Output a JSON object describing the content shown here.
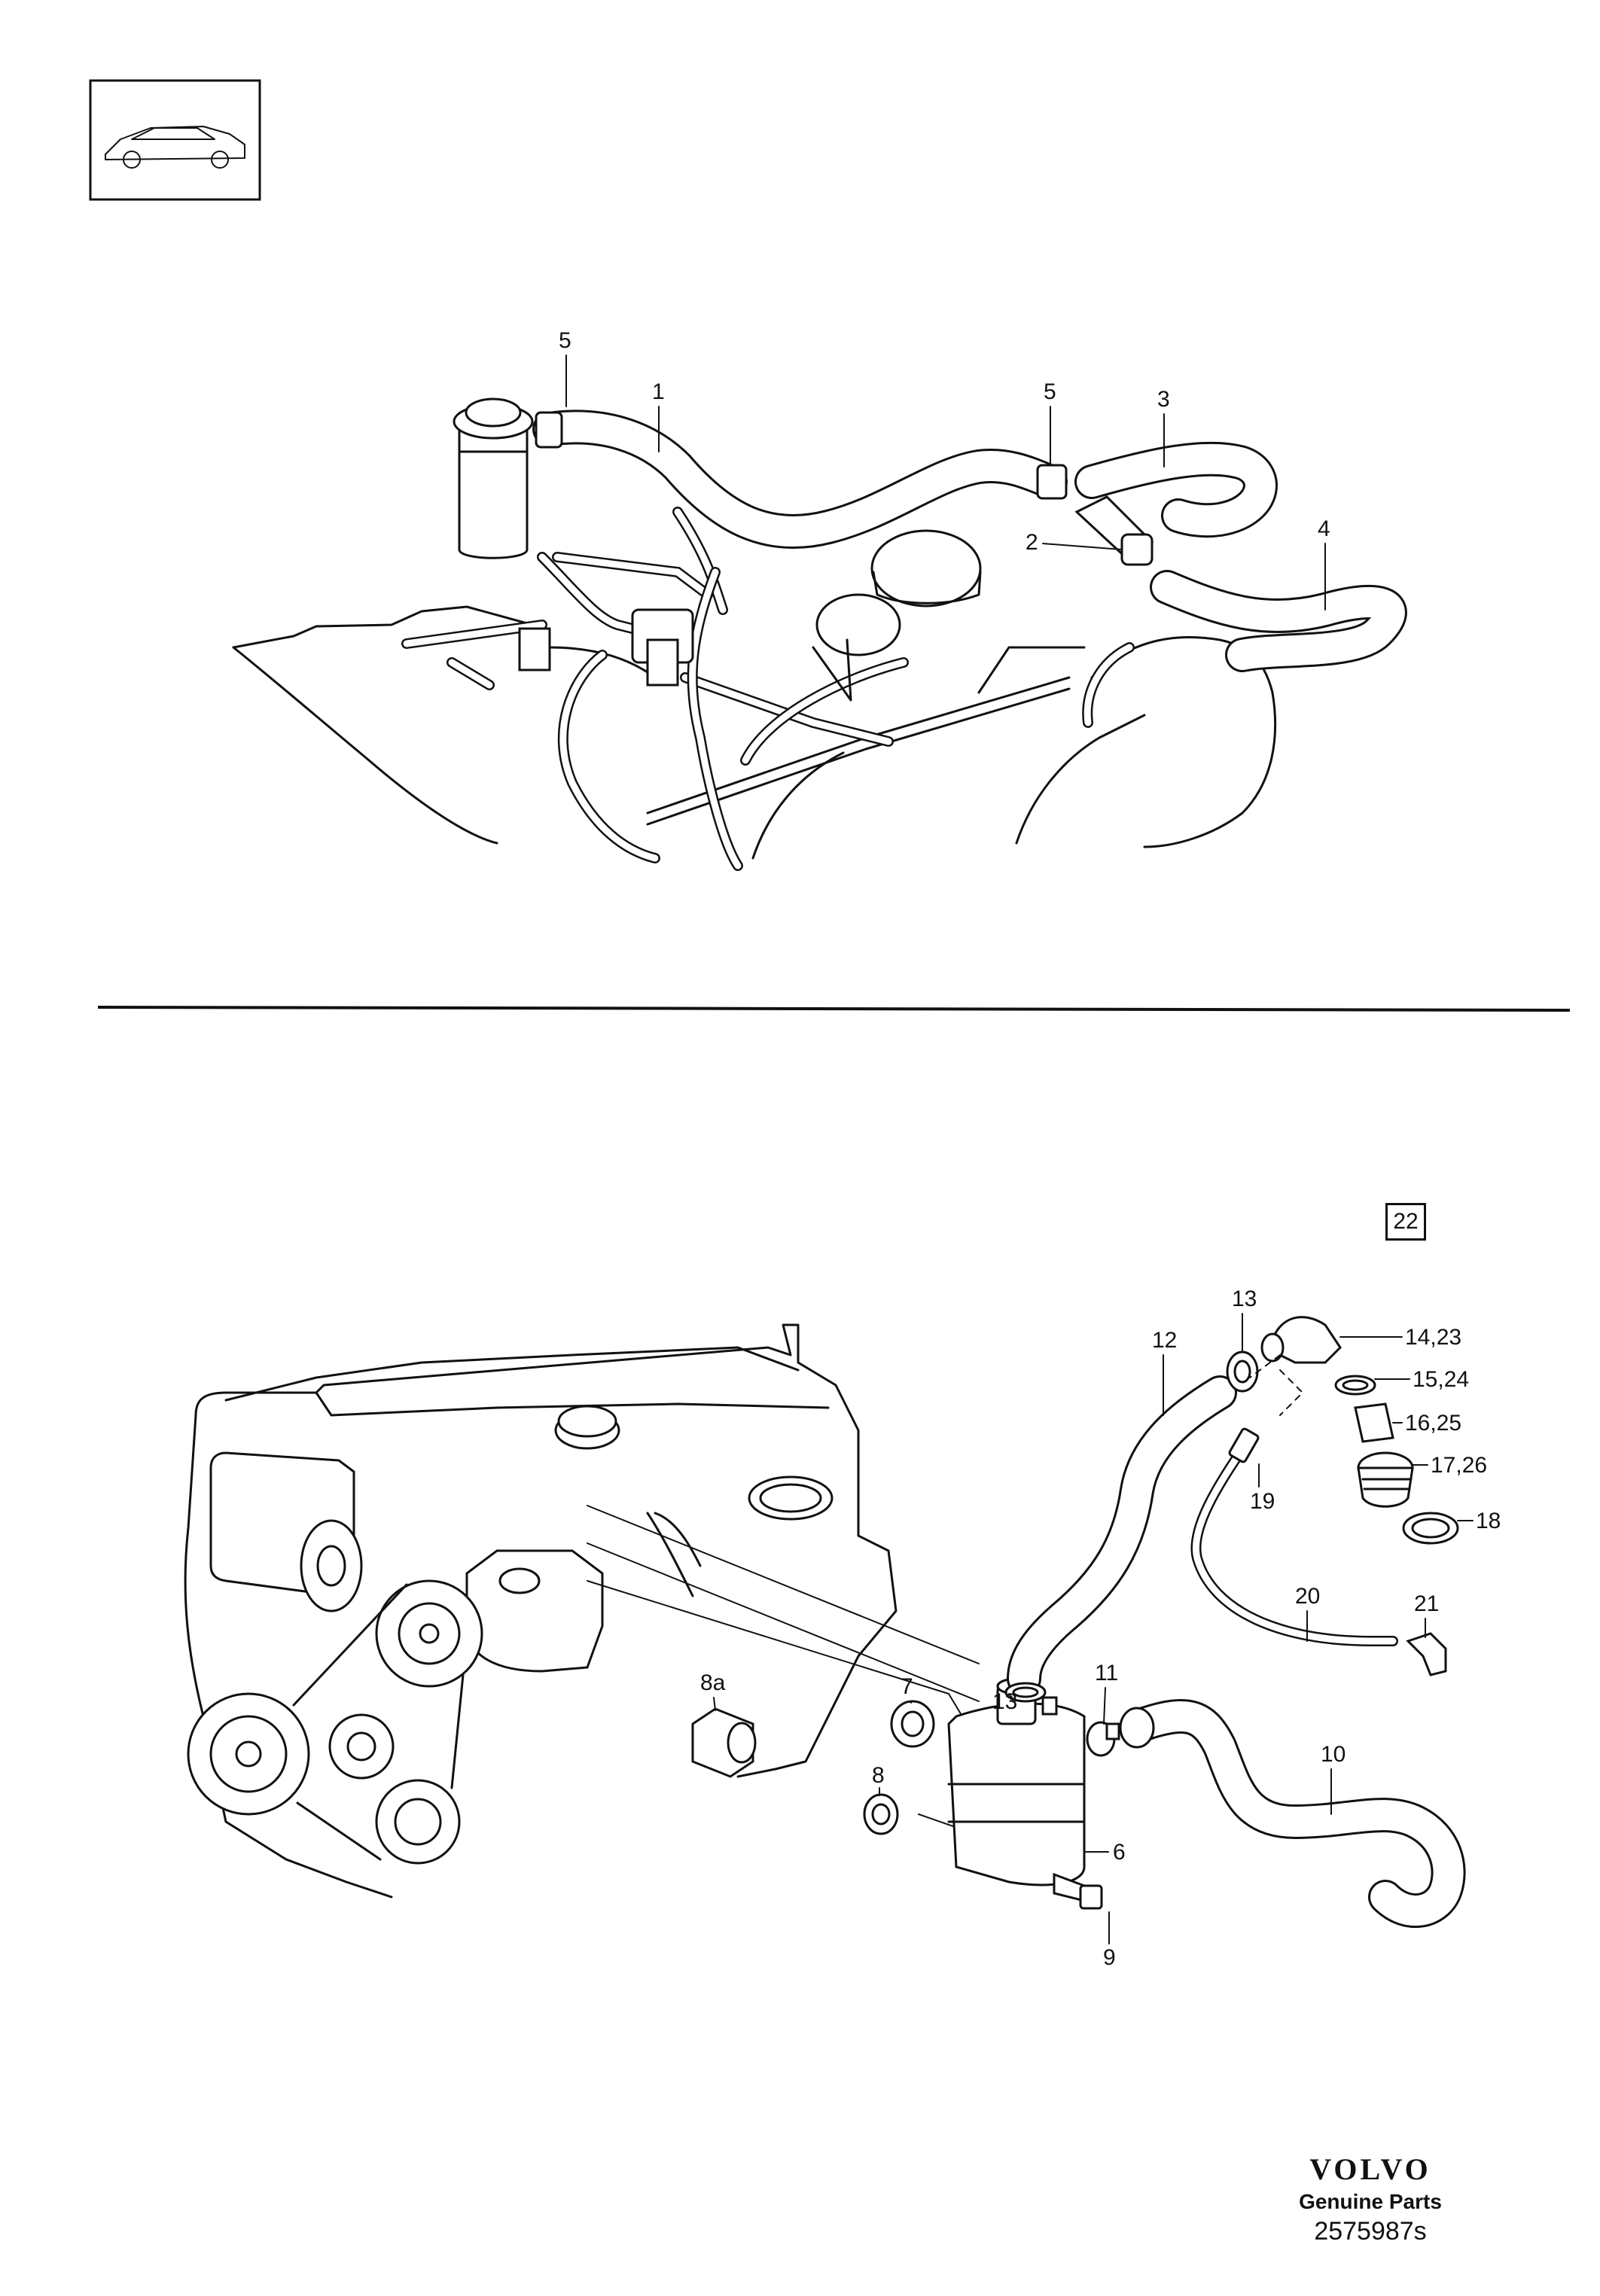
{
  "callouts": {
    "top": {
      "c1": "1",
      "c2": "2",
      "c3": "3",
      "c4": "4",
      "c5a": "5",
      "c5b": "5"
    },
    "bottom": {
      "c6": "6",
      "c7": "7",
      "c8": "8",
      "c8a": "8a",
      "c9": "9",
      "c10": "10",
      "c11": "11",
      "c12": "12",
      "c13a": "13",
      "c13b": "13",
      "c14": "14,23",
      "c15": "15,24",
      "c16": "16,25",
      "c17": "17,26",
      "c18": "18",
      "c19": "19",
      "c20": "20",
      "c21": "21"
    }
  },
  "section_badge": "22",
  "brand": {
    "logo": "VOLVO",
    "subtitle": "Genuine Parts",
    "reference": "2575987s"
  },
  "icons": {
    "vehicle": "sedan-car-icon"
  }
}
